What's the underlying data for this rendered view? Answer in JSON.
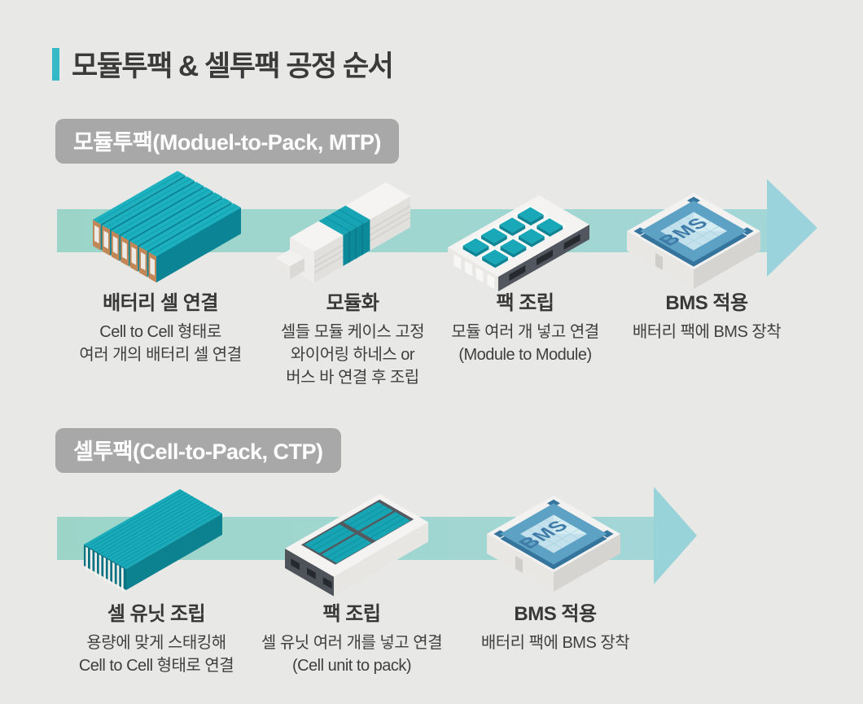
{
  "title": "모듈투팩 & 셀투팩 공정 순서",
  "bms_text": "BMS",
  "sections": [
    {
      "label": "모듈투팩(Moduel-to-Pack, MTP)",
      "steps": [
        {
          "title": "배터리 셀 연결",
          "desc": "Cell to Cell 형태로\n여러 개의 배터리 셀 연결",
          "icon": "battery-cells"
        },
        {
          "title": "모듈화",
          "desc": "셀들 모듈 케이스 고정\n와이어링 하네스 or\n버스 바 연결 후 조립",
          "icon": "module-case"
        },
        {
          "title": "팩 조립",
          "desc": "모듈 여러 개 넣고 연결\n(Module to Module)",
          "icon": "pack-tray"
        },
        {
          "title": "BMS 적용",
          "desc": "배터리 팩에 BMS 장착",
          "icon": "bms-chip"
        }
      ]
    },
    {
      "label": "셀투팩(Cell-to-Pack, CTP)",
      "steps": [
        {
          "title": "셀 유닛 조립",
          "desc": "용량에 맞게 스태킹해\nCell to Cell 형태로 연결",
          "icon": "cell-unit"
        },
        {
          "title": "팩 조립",
          "desc": "셀 유닛 여러 개를 넣고 연결\n(Cell unit to pack)",
          "icon": "ctp-pack"
        },
        {
          "title": "BMS 적용",
          "desc": "배터리 팩에 BMS 장착",
          "icon": "bms-chip"
        }
      ]
    }
  ],
  "colors": {
    "background": "#e8e8e6",
    "accent": "#35b9c6",
    "pill_bg": "#a8a8a8",
    "band_left": "#9cd5c8",
    "band_right": "#a3d6d7",
    "arrow_head": "#9bd3dc",
    "teal_top": "#1db0be",
    "teal_side": "#0b8495",
    "chip_blue": "#5da2c4"
  }
}
